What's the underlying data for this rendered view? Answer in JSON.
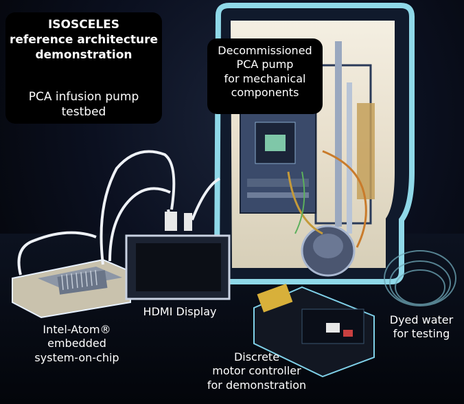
{
  "labels": {
    "title_line1": "ISOSCELES",
    "title_line2": "reference architecture",
    "title_line3": "demonstration",
    "subtitle_line1": "PCA infusion pump",
    "subtitle_line2": "testbed",
    "pump_line1": "Decommissioned",
    "pump_line2": "PCA pump",
    "pump_line3": "for mechanical",
    "pump_line4": "components",
    "hdmi": "HDMI Display",
    "soc_line1": "Intel-Atom®",
    "soc_line2": "embedded",
    "soc_line3": "system-on-chip",
    "motor_line1": "Discrete",
    "motor_line2": "motor controller",
    "motor_line3": "for demonstration",
    "water_line1": "Dyed water",
    "water_line2": "for testing"
  },
  "colors": {
    "background": "#0b1020",
    "pump_frame": "#8fd8e8",
    "label_text": "#ffffff",
    "label_box": "#000000"
  }
}
